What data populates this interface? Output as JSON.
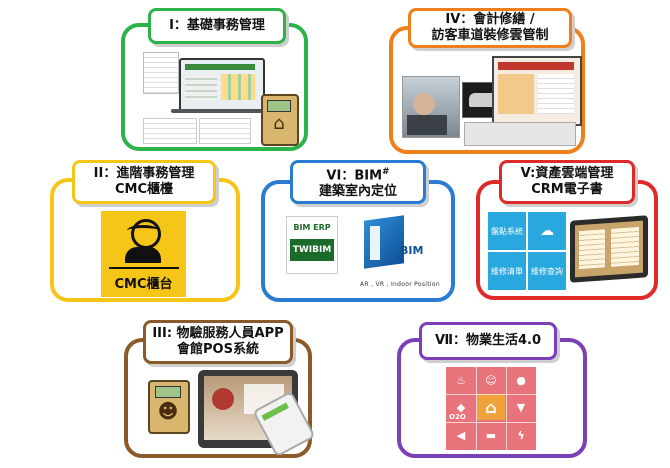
{
  "colors": {
    "green": "#2db34a",
    "orange": "#ef7f1a",
    "yellow": "#f5c518",
    "blue": "#2a7bd2",
    "red": "#e02a2a",
    "brown": "#8b5a2b",
    "purple": "#7b3fb8",
    "pink_tile": "#e8737a"
  },
  "modules": {
    "m1": {
      "line1": "I：基礎事務管理"
    },
    "m4": {
      "line1": "IV：會計修繕 /",
      "line2": "訪客車道裝修雲管制"
    },
    "m2": {
      "line1": "II：進階事務管理",
      "line2": "CMC櫃檯",
      "badge": "CMC櫃台"
    },
    "m6": {
      "line1": "VI：BIM",
      "sup": "#",
      "line2": "建築室內定位",
      "erp_top": "BIM ERP",
      "erp_mid": "TWIBIM",
      "bim_text": "BIM",
      "footer": "AR , VR , Indoor Position"
    },
    "m5": {
      "line1": "V:資產雲端管理",
      "line2": "CRM電子書",
      "tile_labels": [
        "盤點系統",
        "",
        "維修清單",
        "維修查詢"
      ]
    },
    "m3": {
      "line1": "III: 物驗服務人員APP",
      "line2": "會館POS系統"
    },
    "m7": {
      "line1": "Ⅶ：物業生活4.0",
      "grid": [
        {
          "icon": "flame-icon",
          "glyph": "♨"
        },
        {
          "icon": "person-icon",
          "glyph": "☺"
        },
        {
          "icon": "drop-icon",
          "glyph": "●"
        },
        {
          "icon": "cart-icon",
          "glyph": "◆"
        },
        {
          "icon": "home-icon",
          "glyph": "⌂"
        },
        {
          "icon": "shirt-icon",
          "glyph": "▼"
        },
        {
          "icon": "speaker-icon",
          "glyph": "◀"
        },
        {
          "icon": "car-icon",
          "glyph": "▬"
        },
        {
          "icon": "bolt-icon",
          "glyph": "ϟ"
        }
      ],
      "o2o": "O2O"
    }
  }
}
